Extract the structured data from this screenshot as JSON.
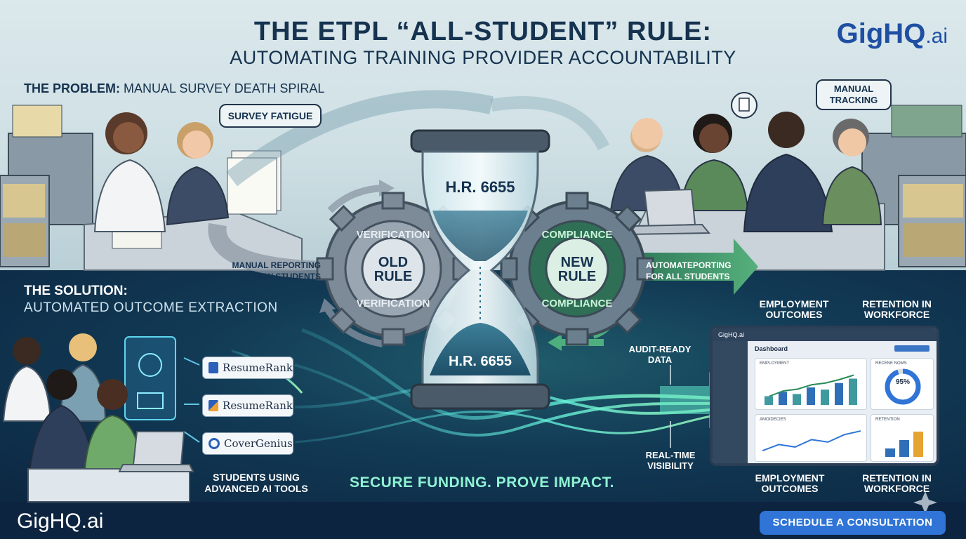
{
  "header": {
    "title": "THE ETPL “ALL-STUDENT” RULE:",
    "subtitle": "AUTOMATING TRAINING PROVIDER ACCOUNTABILITY",
    "brand_main": "GigHQ",
    "brand_ai": ".ai"
  },
  "problem": {
    "heading_bold": "THE PROBLEM:",
    "heading_rest": " MANUAL SURVEY DEATH SPIRAL",
    "bubble_fatigue": "SURVEY FATIGUE",
    "bubble_tracking": "MANUAL TRACKING",
    "left_flow": "MANUAL REPORTING OF FEW STUDENTS",
    "right_flow": "AUTOMATEPORTING FOR ALL STUDENTS"
  },
  "center": {
    "hourglass_top": "H.R. 6655",
    "hourglass_bottom": "H.R. 6655",
    "old_gear_ring_top": "VERIFICATION",
    "old_gear_ring_bottom": "VERIFICATION",
    "old_gear_center_line1": "OLD",
    "old_gear_center_line2": "RULE",
    "new_gear_ring_top": "COMPLIANCE",
    "new_gear_ring_bottom": "COMPLIANCE",
    "new_gear_center_line1": "NEW",
    "new_gear_center_line2": "RULE"
  },
  "solution": {
    "heading": "THE SOLUTION:",
    "subheading": "AUTOMATED OUTCOME EXTRACTION",
    "tools": [
      "ResumeRank",
      "ResumeRank",
      "CoverGenius"
    ],
    "students_label": "STUDENTS USING ADVANCED AI TOOLS",
    "tagline": "SECURE FUNDING. PROVE IMPACT.",
    "audit_label": "AUDIT-READY DATA",
    "realtime_label": "REAL-TIME VISIBILITY"
  },
  "metrics": {
    "top_left": "EMPLOYMENT OUTCOMES",
    "top_right": "RETENTION IN WORKFORCE",
    "bottom_left": "EMPLOYMENT OUTCOMES",
    "bottom_right": "RETENTION IN WORKFORCE"
  },
  "dashboard": {
    "app_name": "GigHQ.ai",
    "title": "Dashboard",
    "panel1_title": "EMPLOYMENT",
    "panel2_title": "RECENE NOMS",
    "panel3_title": "AMOIDECIES",
    "panel4_title": "RETENTION",
    "gauge_value": "95%",
    "gauge_fraction": 0.95,
    "bar_values_1": [
      2,
      3,
      2.5,
      4,
      3.5,
      5,
      6
    ],
    "line_values_1": [
      2,
      3.2,
      3.6,
      4.6,
      5,
      5.8,
      6.8
    ],
    "line_values_2": [
      1,
      2,
      1.6,
      2.8,
      2.4,
      3.6,
      4.2
    ],
    "bar_values_2": [
      1,
      2,
      3
    ]
  },
  "footer": {
    "brand": "GigHQ.ai",
    "cta": "SCHEDULE A CONSULTATION"
  },
  "colors": {
    "navy": "#15324f",
    "accent_blue": "#2f74d6",
    "teal_glow": "#5fe3d0",
    "green_arrow": "#3f9a6a"
  }
}
